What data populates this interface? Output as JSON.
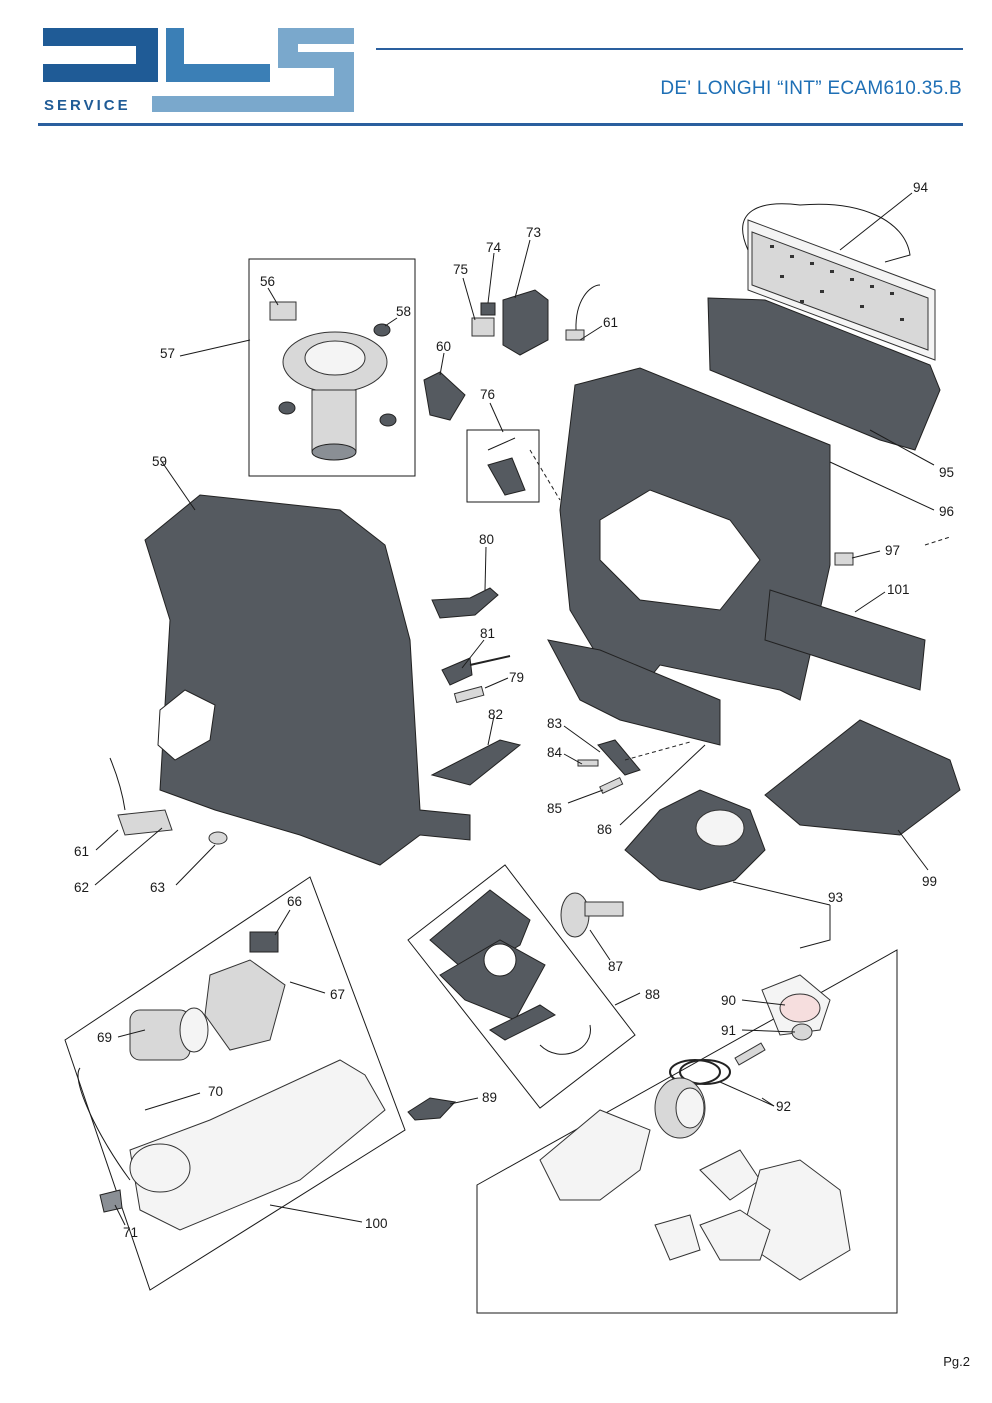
{
  "header": {
    "logo_text": "DLS",
    "logo_subtext": "SERVICE",
    "brand_colors": {
      "dark_blue": "#1f5b96",
      "light_blue": "#7aa8cc",
      "title_blue": "#1e6fb5"
    },
    "title": "DE' LONGHI  “INT”  ECAM610.35.B"
  },
  "callouts": [
    {
      "id": "94",
      "label": "94"
    },
    {
      "id": "73",
      "label": "73"
    },
    {
      "id": "74",
      "label": "74"
    },
    {
      "id": "75",
      "label": "75"
    },
    {
      "id": "56",
      "label": "56"
    },
    {
      "id": "58",
      "label": "58"
    },
    {
      "id": "57",
      "label": "57"
    },
    {
      "id": "60",
      "label": "60"
    },
    {
      "id": "61a",
      "label": "61"
    },
    {
      "id": "76",
      "label": "76"
    },
    {
      "id": "95",
      "label": "95"
    },
    {
      "id": "59",
      "label": "59"
    },
    {
      "id": "96",
      "label": "96"
    },
    {
      "id": "97",
      "label": "97"
    },
    {
      "id": "80",
      "label": "80"
    },
    {
      "id": "101",
      "label": "101"
    },
    {
      "id": "81",
      "label": "81"
    },
    {
      "id": "79",
      "label": "79"
    },
    {
      "id": "82",
      "label": "82"
    },
    {
      "id": "83",
      "label": "83"
    },
    {
      "id": "84",
      "label": "84"
    },
    {
      "id": "85",
      "label": "85"
    },
    {
      "id": "86",
      "label": "86"
    },
    {
      "id": "61b",
      "label": "61"
    },
    {
      "id": "62",
      "label": "62"
    },
    {
      "id": "63",
      "label": "63"
    },
    {
      "id": "99",
      "label": "99"
    },
    {
      "id": "93",
      "label": "93"
    },
    {
      "id": "66",
      "label": "66"
    },
    {
      "id": "87",
      "label": "87"
    },
    {
      "id": "67",
      "label": "67"
    },
    {
      "id": "88",
      "label": "88"
    },
    {
      "id": "90",
      "label": "90"
    },
    {
      "id": "69",
      "label": "69"
    },
    {
      "id": "91",
      "label": "91"
    },
    {
      "id": "70",
      "label": "70"
    },
    {
      "id": "89",
      "label": "89"
    },
    {
      "id": "92",
      "label": "92"
    },
    {
      "id": "100",
      "label": "100"
    },
    {
      "id": "71",
      "label": "71"
    }
  ],
  "footer": {
    "page_number": "Pg.2"
  }
}
